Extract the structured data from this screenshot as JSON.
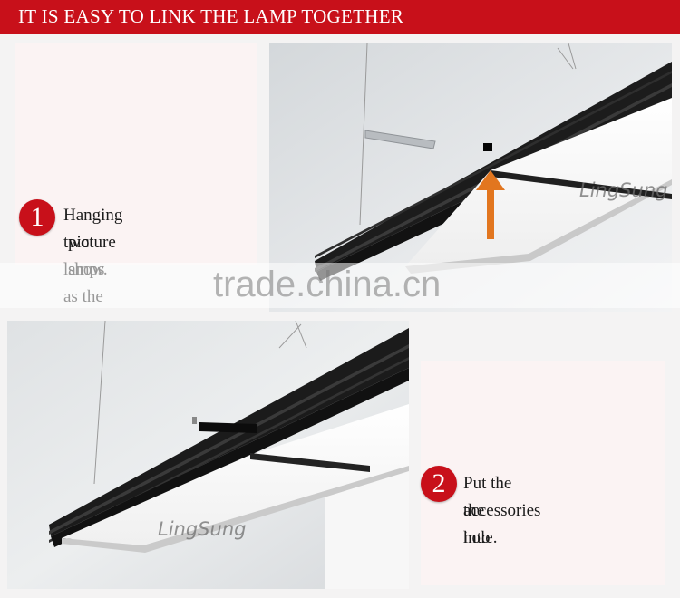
{
  "header": {
    "title": "IT IS EASY TO LINK THE LAMP TOGETHER"
  },
  "steps": [
    {
      "number": "1",
      "line1": "Hanging two lamps as the",
      "line2": "picture show."
    },
    {
      "number": "2",
      "line1": "Put the accessories into",
      "line2": "the hole."
    }
  ],
  "watermark": "trade.china.cn",
  "brand": "LingSung",
  "colors": {
    "banner": "#c8101a",
    "arrow": "#e2761f",
    "lamp": "#1a1a1a"
  }
}
